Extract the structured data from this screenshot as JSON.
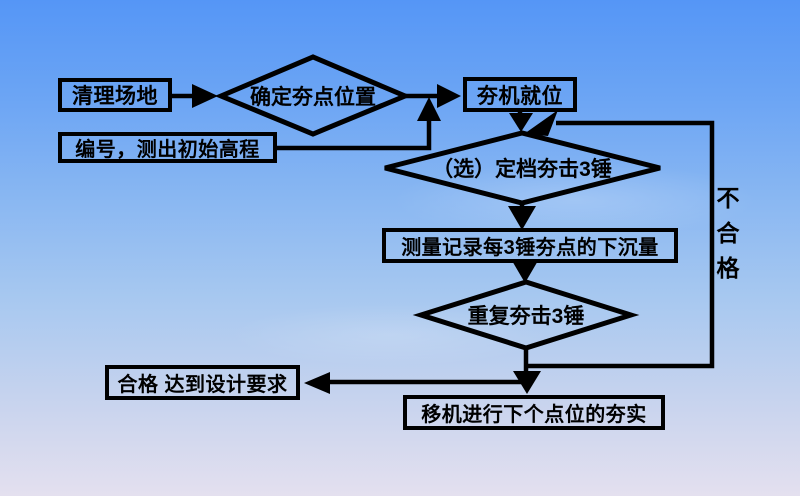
{
  "colors": {
    "background_top": "#5596f6",
    "background_bottom": "#e4e0ef",
    "line": "#000000",
    "text": "#000000"
  },
  "diagram": {
    "type": "flowchart",
    "nodes": {
      "clear_site": {
        "shape": "rect",
        "label": "清理场地"
      },
      "determine_point": {
        "shape": "diamond",
        "label": "确定夯点位置"
      },
      "machine_ready": {
        "shape": "rect",
        "label": "夯机就位"
      },
      "number_elevation": {
        "shape": "rect",
        "label": "编号，测出初始高程"
      },
      "gear_tamping": {
        "shape": "diamond",
        "label": "（选）定档夯击3锤"
      },
      "measure_settlement": {
        "shape": "rect",
        "label": "测量记录每3锤夯点的下沉量"
      },
      "repeat_tamping": {
        "shape": "diamond",
        "label": "重复夯击3锤"
      },
      "qualified_result": {
        "shape": "rect",
        "label": "合格 达到设计要求"
      },
      "move_machine": {
        "shape": "rect",
        "label": "移机进行下个点位的夯实"
      }
    },
    "edge_labels": {
      "not_qualified": "不合格"
    }
  }
}
